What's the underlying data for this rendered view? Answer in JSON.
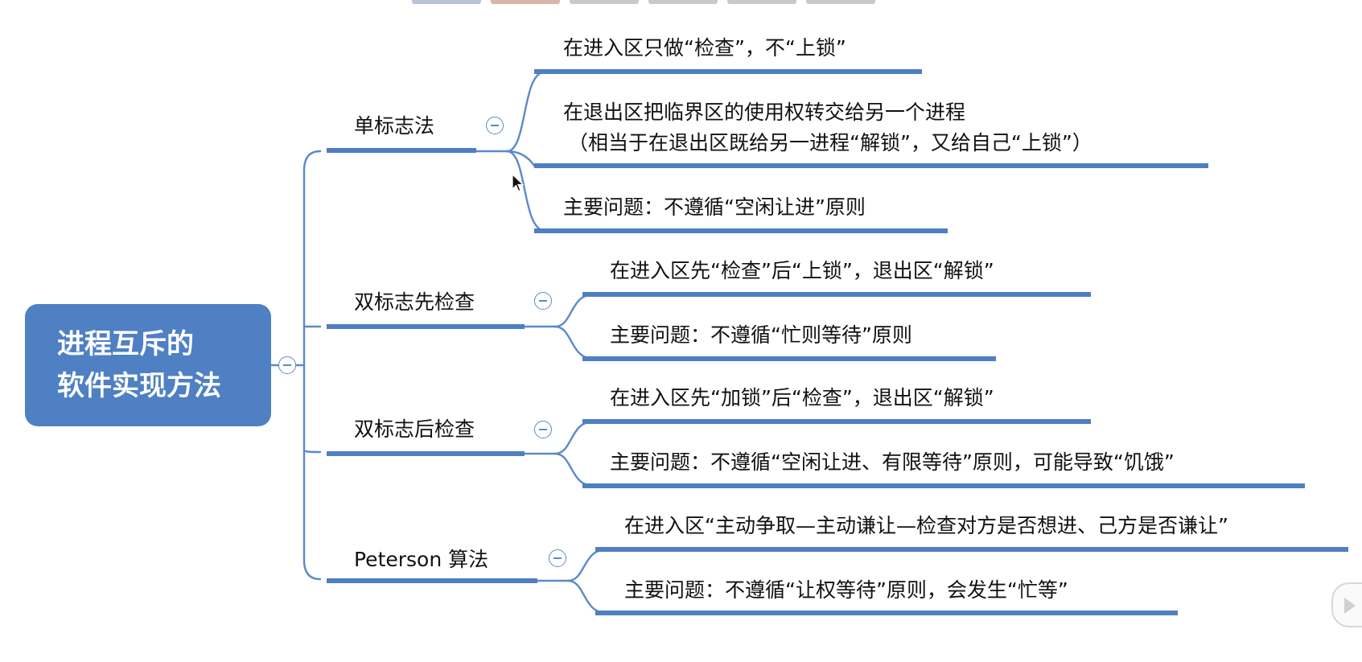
{
  "root": {
    "line1": "进程互斥的",
    "line2": "软件实现方法"
  },
  "branches": [
    {
      "label": "单标志法",
      "leaves": [
        {
          "text": "在进入区只做“检查”，不“上锁”"
        },
        {
          "text": "在退出区把临界区的使用权转交给另一个进程",
          "text2": "（相当于在退出区既给另一进程“解锁”，又给自己“上锁”）"
        },
        {
          "text": "主要问题：不遵循“空闲让进”原则"
        }
      ]
    },
    {
      "label": "双标志先检查",
      "leaves": [
        {
          "text": "在进入区先“检查”后“上锁”，退出区“解锁”"
        },
        {
          "text": "主要问题：不遵循“忙则等待”原则"
        }
      ]
    },
    {
      "label": "双标志后检查",
      "leaves": [
        {
          "text": "在进入区先“加锁”后“检查”，退出区“解锁”"
        },
        {
          "text": "主要问题：不遵循“空闲让进、有限等待”原则，可能导致“饥饿”"
        }
      ]
    },
    {
      "label": "Peterson 算法",
      "leaves": [
        {
          "text": "在进入区“主动争取—主动谦让—检查对方是否想进、己方是否谦让”"
        },
        {
          "text": "主要问题：不遵循“让权等待”原则，会发生“忙等”"
        }
      ]
    }
  ],
  "colors": {
    "root_fill": "#4e80c3",
    "connector": "#5b8ac9",
    "underline": "#4f7fc0",
    "text": "#111111"
  },
  "icons": [
    "collapse-icon",
    "play-icon"
  ]
}
